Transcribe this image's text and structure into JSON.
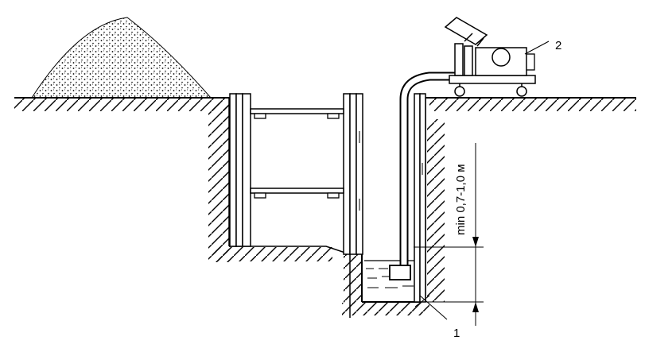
{
  "labels": {
    "pump_unit": "2",
    "submersible_pump": "1",
    "min_depth": "min 0,7-1,0 м"
  },
  "colors": {
    "ink": "#000000",
    "background": "#ffffff"
  }
}
